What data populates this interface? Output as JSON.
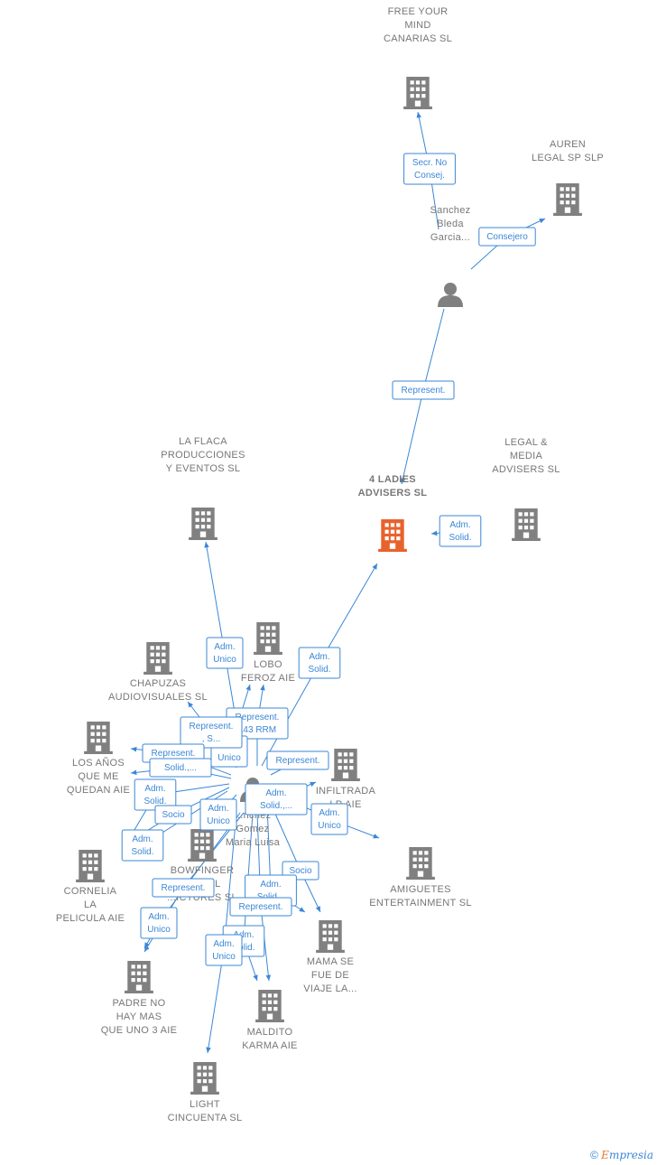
{
  "colors": {
    "edge": "#3b87d6",
    "building": "#808080",
    "focus_building": "#e8622c",
    "label": "#777777"
  },
  "nodes": [
    {
      "id": "free",
      "type": "company",
      "label": [
        "FREE YOUR",
        "MIND",
        "CANARIAS SL"
      ]
    },
    {
      "id": "auren",
      "type": "company",
      "label": [
        "AUREN",
        "LEGAL SP SLP"
      ]
    },
    {
      "id": "sanchez",
      "type": "person",
      "label": [
        "Sanchez",
        "Bleda",
        "Garcia..."
      ]
    },
    {
      "id": "ladies",
      "type": "company",
      "focus": true,
      "label": [
        "4 LADIES",
        "ADVISERS SL"
      ]
    },
    {
      "id": "legal",
      "type": "company",
      "label": [
        "LEGAL &",
        "MEDIA",
        "ADVISERS SL"
      ]
    },
    {
      "id": "flaca",
      "type": "company",
      "label": [
        "LA FLACA",
        "PRODUCCIONES",
        "Y EVENTOS SL"
      ]
    },
    {
      "id": "lobo",
      "type": "company",
      "label": [
        "LOBO",
        "FEROZ AIE"
      ]
    },
    {
      "id": "chapuzas",
      "type": "company",
      "label": [
        "CHAPUZAS",
        "AUDIOVISUALES SL"
      ]
    },
    {
      "id": "losanos",
      "type": "company",
      "label": [
        "LOS AÑOS",
        "QUE ME",
        "QUEDAN AIE"
      ]
    },
    {
      "id": "infiltrada",
      "type": "company",
      "label": [
        "INFILTRADA",
        "LP AIE"
      ]
    },
    {
      "id": "person2",
      "type": "person",
      "label": [
        "...ncnez",
        "Gomez",
        "Maria Luisa"
      ]
    },
    {
      "id": "bowfinger",
      "type": "company",
      "label": [
        "BOWFINGER",
        "...ONAL",
        "...ICTURES SL"
      ]
    },
    {
      "id": "cornelia",
      "type": "company",
      "label": [
        "CORNELIA",
        "LA",
        "PELICULA AIE"
      ]
    },
    {
      "id": "amiguetes",
      "type": "company",
      "label": [
        "AMIGUETES",
        "ENTERTAINMENT SL"
      ]
    },
    {
      "id": "mama",
      "type": "company",
      "label": [
        "MAMA SE",
        "FUE DE",
        "VIAJE LA..."
      ]
    },
    {
      "id": "padre",
      "type": "company",
      "label": [
        "PADRE NO",
        "HAY MAS",
        "QUE UNO 3 AIE"
      ]
    },
    {
      "id": "maldito",
      "type": "company",
      "label": [
        "MALDITO",
        "KARMA AIE"
      ]
    },
    {
      "id": "light",
      "type": "company",
      "label": [
        "LIGHT",
        "CINCUENTA SL"
      ]
    }
  ],
  "edges": [
    {
      "from": "sanchez",
      "to": "free",
      "label": [
        "Secr. No",
        "Consej."
      ]
    },
    {
      "from": "sanchez",
      "to": "auren",
      "label": [
        "Consejero"
      ]
    },
    {
      "from": "sanchez",
      "to": "ladies",
      "label": [
        "Represent."
      ]
    },
    {
      "from": "legal",
      "to": "ladies",
      "label": [
        "Adm.",
        "Solid."
      ]
    },
    {
      "from": "person2",
      "to": "flaca",
      "label": [
        "Adm.",
        "Unico"
      ]
    },
    {
      "from": "person2",
      "to": "ladies",
      "label": [
        "Adm.",
        "Solid."
      ]
    },
    {
      "from": "person2",
      "to": "lobo",
      "label": [
        "Represent.",
        "143 RRM"
      ]
    },
    {
      "from": "person2",
      "to": "lobo",
      "label": [
        "Adm.",
        "Unico"
      ]
    },
    {
      "from": "person2",
      "to": "chapuzas",
      "label": [
        "Represent.",
        ", S..."
      ]
    },
    {
      "from": "person2",
      "to": "losanos",
      "label": [
        "Represent."
      ]
    },
    {
      "from": "person2",
      "to": "losanos",
      "label": [
        "Solid.,..."
      ]
    },
    {
      "from": "person2",
      "to": "cornelia",
      "label": [
        "Adm.",
        "Solid."
      ]
    },
    {
      "from": "person2",
      "to": "cornelia",
      "label": [
        "Socio"
      ]
    },
    {
      "from": "person2",
      "to": "cornelia",
      "label": [
        "Adm.",
        "Solid."
      ]
    },
    {
      "from": "person2",
      "to": "bowfinger",
      "label": [
        "Adm.",
        "Unico"
      ]
    },
    {
      "from": "person2",
      "to": "infiltrada",
      "label": [
        "Represent."
      ]
    },
    {
      "from": "person2",
      "to": "infiltrada",
      "label": [
        "Adm.",
        "Solid.,..."
      ]
    },
    {
      "from": "person2",
      "to": "amiguetes",
      "label": [
        "Adm.",
        "Unico"
      ]
    },
    {
      "from": "person2",
      "to": "mama",
      "label": [
        "Socio"
      ]
    },
    {
      "from": "person2",
      "to": "mama",
      "label": [
        "Adm.",
        "Solid..."
      ]
    },
    {
      "from": "person2",
      "to": "padre",
      "label": [
        "Represent."
      ]
    },
    {
      "from": "person2",
      "to": "padre",
      "label": [
        "Adm.",
        "Unico"
      ]
    },
    {
      "from": "person2",
      "to": "maldito",
      "label": [
        "Represent."
      ]
    },
    {
      "from": "person2",
      "to": "maldito",
      "label": [
        "Adm.",
        "Solid."
      ]
    },
    {
      "from": "person2",
      "to": "light",
      "label": [
        "Adm.",
        "Unico"
      ]
    }
  ],
  "footer": {
    "copyright": "©",
    "brand_initial": "E",
    "brand_rest": "mpresia"
  }
}
